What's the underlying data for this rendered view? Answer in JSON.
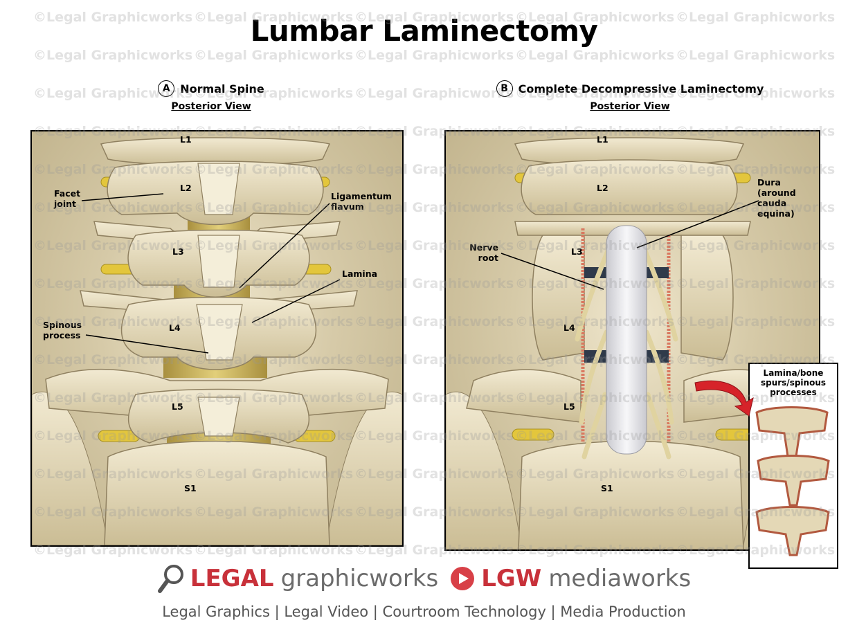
{
  "title": "Lumbar Laminectomy",
  "watermark_text": "©Legal Graphicworks",
  "panel_a": {
    "badge": "A",
    "heading": "Normal Spine",
    "subheading": "Posterior View",
    "vertebrae": {
      "l1": "L1",
      "l2": "L2",
      "l3": "L3",
      "l4": "L4",
      "l5": "L5",
      "s1": "S1"
    },
    "callouts": {
      "facet_joint": "Facet joint",
      "ligamentum_flavum": "Ligamentum flavum",
      "lamina": "Lamina",
      "spinous_process": "Spinous process"
    }
  },
  "panel_b": {
    "badge": "B",
    "heading": "Complete Decompressive Laminectomy",
    "subheading": "Posterior View",
    "vertebrae": {
      "l1": "L1",
      "l2": "L2",
      "l3": "L3",
      "l4": "L4",
      "l5": "L5",
      "s1": "S1"
    },
    "callouts": {
      "dura": "Dura (around cauda equina)",
      "nerve_root": "Nerve root"
    }
  },
  "inset": {
    "label": "Lamina/bone spurs/spinous processes"
  },
  "footer": {
    "brand1_bold": "LEGAL",
    "brand1_rest": "graphicworks",
    "brand2_bold": "LGW",
    "brand2_rest": "mediaworks",
    "tagline": "Legal Graphics | Legal Video | Courtroom Technology | Media Production"
  },
  "colors": {
    "bone": "#e6dcbe",
    "nerve": "#e3c63c",
    "ligament": "#c9b25a",
    "accent_red": "#c8313a",
    "dura": "#e8e8ea"
  }
}
